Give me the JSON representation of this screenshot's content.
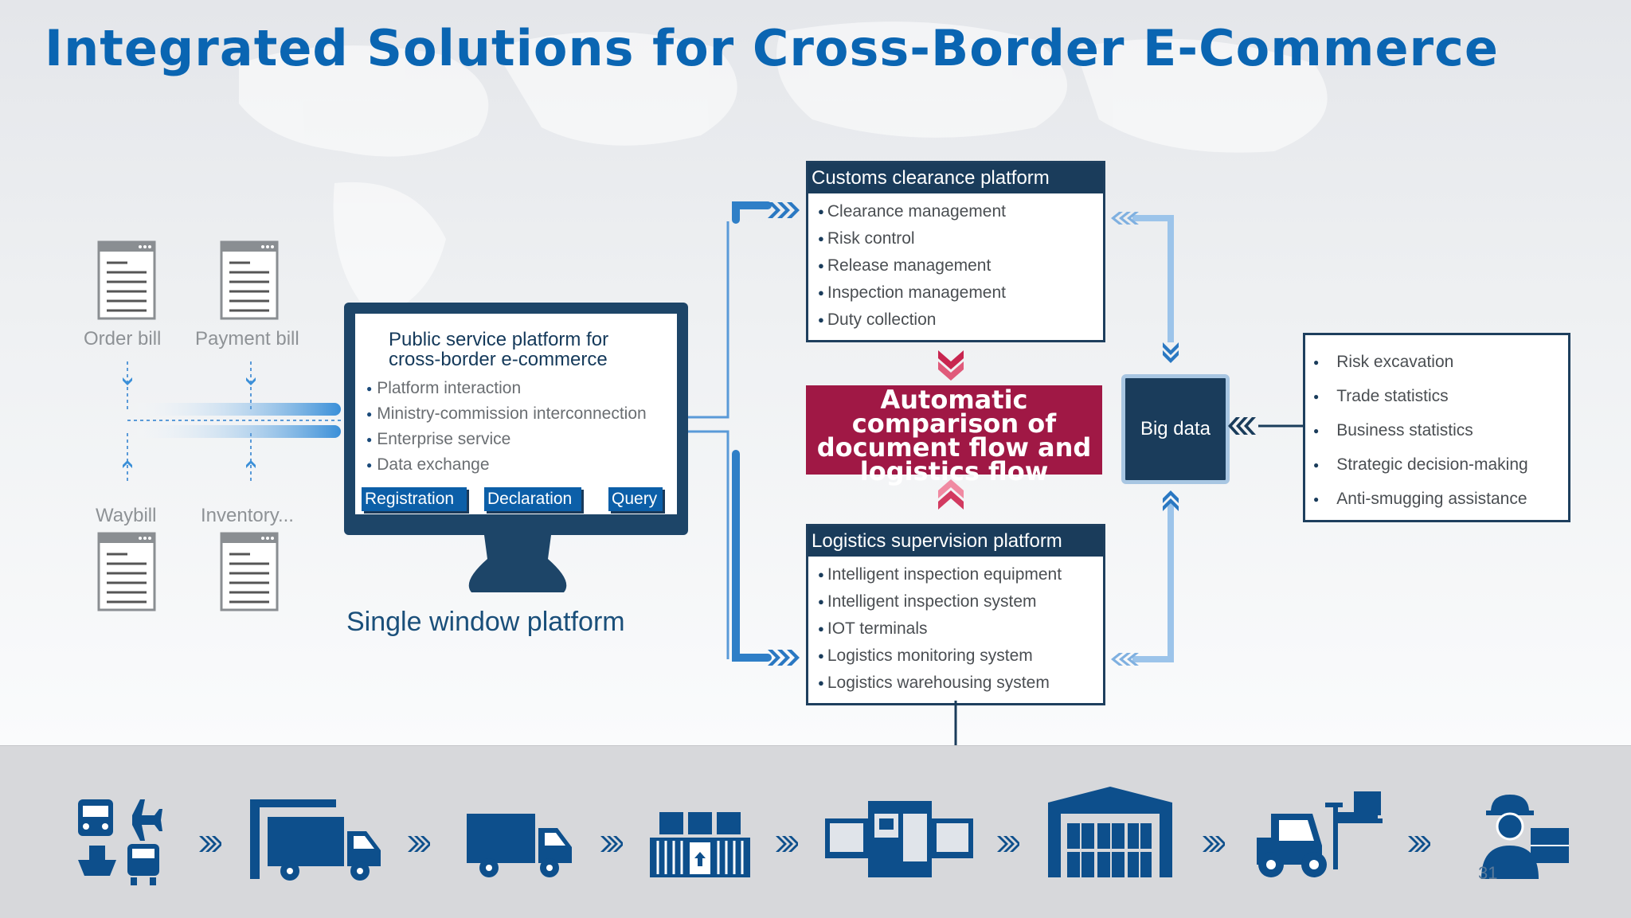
{
  "title": "Integrated Solutions for Cross-Border E-Commerce",
  "documents": {
    "order_bill": "Order bill",
    "payment_bill": "Payment bill",
    "waybill": "Waybill",
    "inventory": "Inventory..."
  },
  "single_window": {
    "title": "Public service platform for cross-border e-commerce",
    "items": [
      "Platform interaction",
      "Ministry-commission interconnection",
      "Enterprise service",
      "Data exchange"
    ],
    "buttons": [
      "Registration",
      "Declaration",
      "Query"
    ],
    "label": "Single window platform"
  },
  "customs": {
    "header": "Customs clearance platform",
    "items": [
      "Clearance management",
      "Risk control",
      "Release management",
      "Inspection management",
      "Duty collection"
    ]
  },
  "comparison": {
    "text": "Automatic comparison of document flow and logistics flow"
  },
  "logistics": {
    "header": "Logistics supervision platform",
    "items": [
      "Intelligent inspection equipment",
      "Intelligent inspection system",
      "IOT terminals",
      "Logistics monitoring system",
      "Logistics warehousing system"
    ]
  },
  "big_data": {
    "label": "Big data",
    "items": [
      "Risk excavation",
      "Trade statistics",
      "Business statistics",
      "Strategic decision-making",
      "Anti-smugging assistance"
    ]
  },
  "page_number": "31",
  "colors": {
    "title": "#0a65b2",
    "navy": "#1a3c5b",
    "accent_red": "#a01845",
    "flow_blue": "#3a8fd8"
  },
  "workflow_icons": [
    "transport-modes-icon",
    "truck-scanner-icon",
    "truck-icon",
    "container-icon",
    "inspection-machine-icon",
    "warehouse-icon",
    "forklift-icon",
    "worker-icon"
  ]
}
